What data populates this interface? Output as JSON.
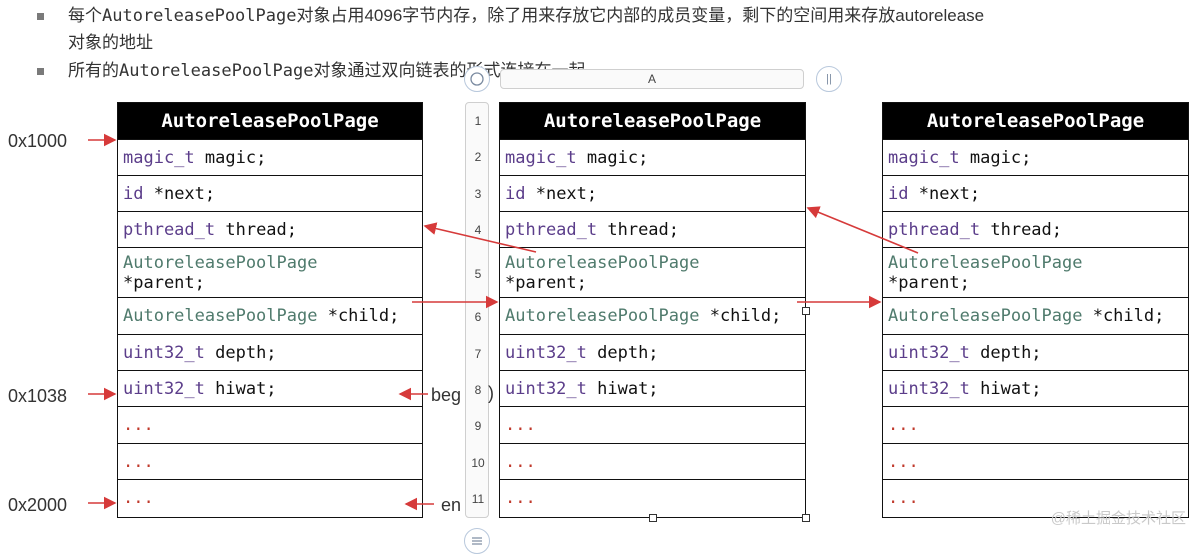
{
  "bullets": [
    {
      "line1_pre": "每个",
      "line1_mono": "AutoreleasePoolPage",
      "line1_post": "对象占用4096字节内存，除了用来存放它内部的成员变量，剩下的空间用来存放autorelease",
      "line2": "对象的地址"
    },
    {
      "pre": "所有的",
      "mono": "AutoreleasePoolPage",
      "post": "对象通过双向链表的形式连接在一起"
    }
  ],
  "tables": [
    {
      "title": "AutoreleasePoolPage",
      "rows": [
        {
          "type": "magic_t",
          "rest": " magic;"
        },
        {
          "type": "id",
          "rest": " *next;"
        },
        {
          "type": "pthread_t",
          "rest": " thread;"
        },
        {
          "type": "AutoreleasePoolPage",
          "rest": "*parent;"
        },
        {
          "type": "AutoreleasePoolPage",
          "rest": " *child;"
        },
        {
          "type": "uint32_t",
          "rest": " depth;"
        },
        {
          "type": "uint32_t",
          "rest": " hiwat;"
        },
        {
          "type": "",
          "rest": "..."
        },
        {
          "type": "",
          "rest": "..."
        },
        {
          "type": "",
          "rest": "..."
        }
      ]
    },
    {
      "title": "AutoreleasePoolPage",
      "rows": [
        {
          "type": "magic_t",
          "rest": " magic;"
        },
        {
          "type": "id",
          "rest": " *next;"
        },
        {
          "type": "pthread_t",
          "rest": " thread;"
        },
        {
          "type": "AutoreleasePoolPage",
          "rest": "*parent;"
        },
        {
          "type": "AutoreleasePoolPage",
          "rest": " *child;"
        },
        {
          "type": "uint32_t",
          "rest": " depth;"
        },
        {
          "type": "uint32_t",
          "rest": " hiwat;"
        },
        {
          "type": "",
          "rest": "..."
        },
        {
          "type": "",
          "rest": "..."
        },
        {
          "type": "",
          "rest": "..."
        }
      ]
    },
    {
      "title": "AutoreleasePoolPage",
      "rows": [
        {
          "type": "magic_t",
          "rest": " magic;"
        },
        {
          "type": "id",
          "rest": " *next;"
        },
        {
          "type": "pthread_t",
          "rest": " thread;"
        },
        {
          "type": "AutoreleasePoolPage",
          "rest": "*parent;"
        },
        {
          "type": "AutoreleasePoolPage",
          "rest": " *child;"
        },
        {
          "type": "uint32_t",
          "rest": " depth;"
        },
        {
          "type": "uint32_t",
          "rest": " hiwat;"
        },
        {
          "type": "",
          "rest": "..."
        },
        {
          "type": "",
          "rest": "..."
        },
        {
          "type": "",
          "rest": "..."
        }
      ]
    }
  ],
  "addresses": [
    "0x1000",
    "0x1038",
    "0x2000"
  ],
  "side_labels": {
    "begin": "beg",
    "end": "en"
  },
  "ruler": [
    "1",
    "2",
    "3",
    "4",
    "5",
    "6",
    "7",
    "8",
    "9",
    "10",
    "11"
  ],
  "editor": {
    "column_label": "A",
    "pause_glyph": "||"
  },
  "watermark": "@稀土掘金技术社区",
  "colors": {
    "arrow": "#d63a3a",
    "type_purple": "#5b3d8a",
    "type_teal": "#4f7a6c"
  }
}
